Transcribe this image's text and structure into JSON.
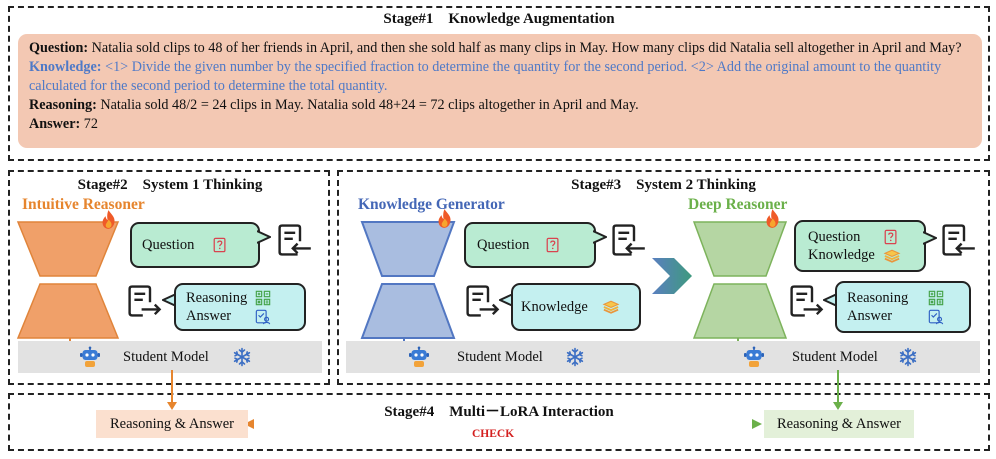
{
  "stage1": {
    "title": "Stage#1    Knowledge Augmentation",
    "question_label": "Question:",
    "question_text": " Natalia sold clips to 48 of her friends in April, and then she sold half as many clips in May. How many clips did Natalia sell altogether in April and May?",
    "knowledge_label": "Knowledge:",
    "knowledge_text": " <1>  Divide the given number by the specified fraction to determine the quantity for the second period. <2>  Add the original amount to the quantity calculated for the second period to determine the total quantity.",
    "reasoning_label": "Reasoning:",
    "reasoning_text": " Natalia sold 48/2 = 24 clips in May. Natalia sold 48+24 = 72 clips altogether in April and May.",
    "answer_label": "Answer:",
    "answer_text": " 72"
  },
  "stage2": {
    "title": "Stage#2    System 1 Thinking",
    "reasoner": "Intuitive Reasoner",
    "question": "Question",
    "reasoning": "Reasoning",
    "answer": "Answer",
    "student": "Student Model"
  },
  "stage3": {
    "title": "Stage#3    System 2 Thinking",
    "generator": "Knowledge Generator",
    "deep": "Deep Reasoner",
    "question": "Question",
    "knowledge": "Knowledge",
    "deep_question": "Question",
    "deep_knowledge": "Knowledge",
    "reasoning": "Reasoning",
    "answer": "Answer",
    "student_left": "Student Model",
    "student_right": "Student Model"
  },
  "stage4": {
    "title": "Stage#4    Multi－LoRA Interaction",
    "left_result": "Reasoning & Answer",
    "right_result": "Reasoning & Answer",
    "check": "CHECK"
  },
  "colors": {
    "orange": "#f0a069",
    "blue": "#a9bde0",
    "green": "#b5d6a3",
    "bubble_green": "#b9ebd2",
    "bubble_cyan": "#c4f0f0",
    "check_red": "#d42020"
  },
  "icons": [
    "fire-icon",
    "question-doc-icon",
    "input-doc-icon",
    "output-doc-icon",
    "grid-icon",
    "check-doc-icon",
    "stack-icon",
    "robot-icon",
    "snowflake-icon",
    "chevron-arrow-icon"
  ]
}
